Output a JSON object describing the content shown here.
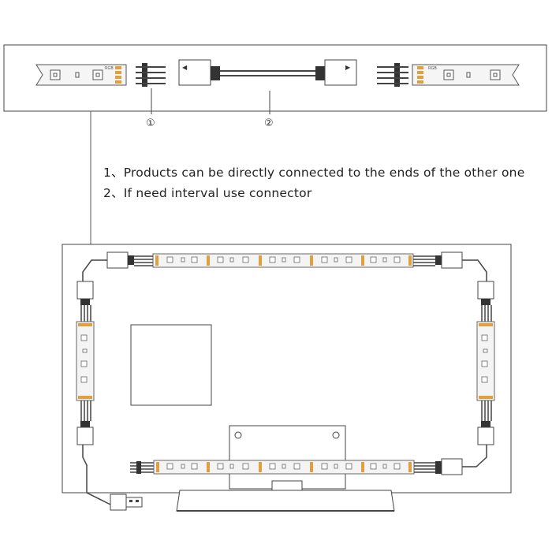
{
  "notes": {
    "line1": "1、Products can be directly connected to the ends of the other one",
    "line2": "2、If need interval use connector"
  },
  "callouts": {
    "one": "①",
    "two": "②"
  },
  "strip_labels": {
    "left": "RGB",
    "right": "RGB"
  },
  "icons": [
    "led-strip-icon",
    "pin-header-icon",
    "connector-cable-icon",
    "usb-plug-icon",
    "tv-stand-icon"
  ],
  "colors": {
    "line": "#333333",
    "strip": "#f4f4f4",
    "copper": "#e0a040"
  }
}
